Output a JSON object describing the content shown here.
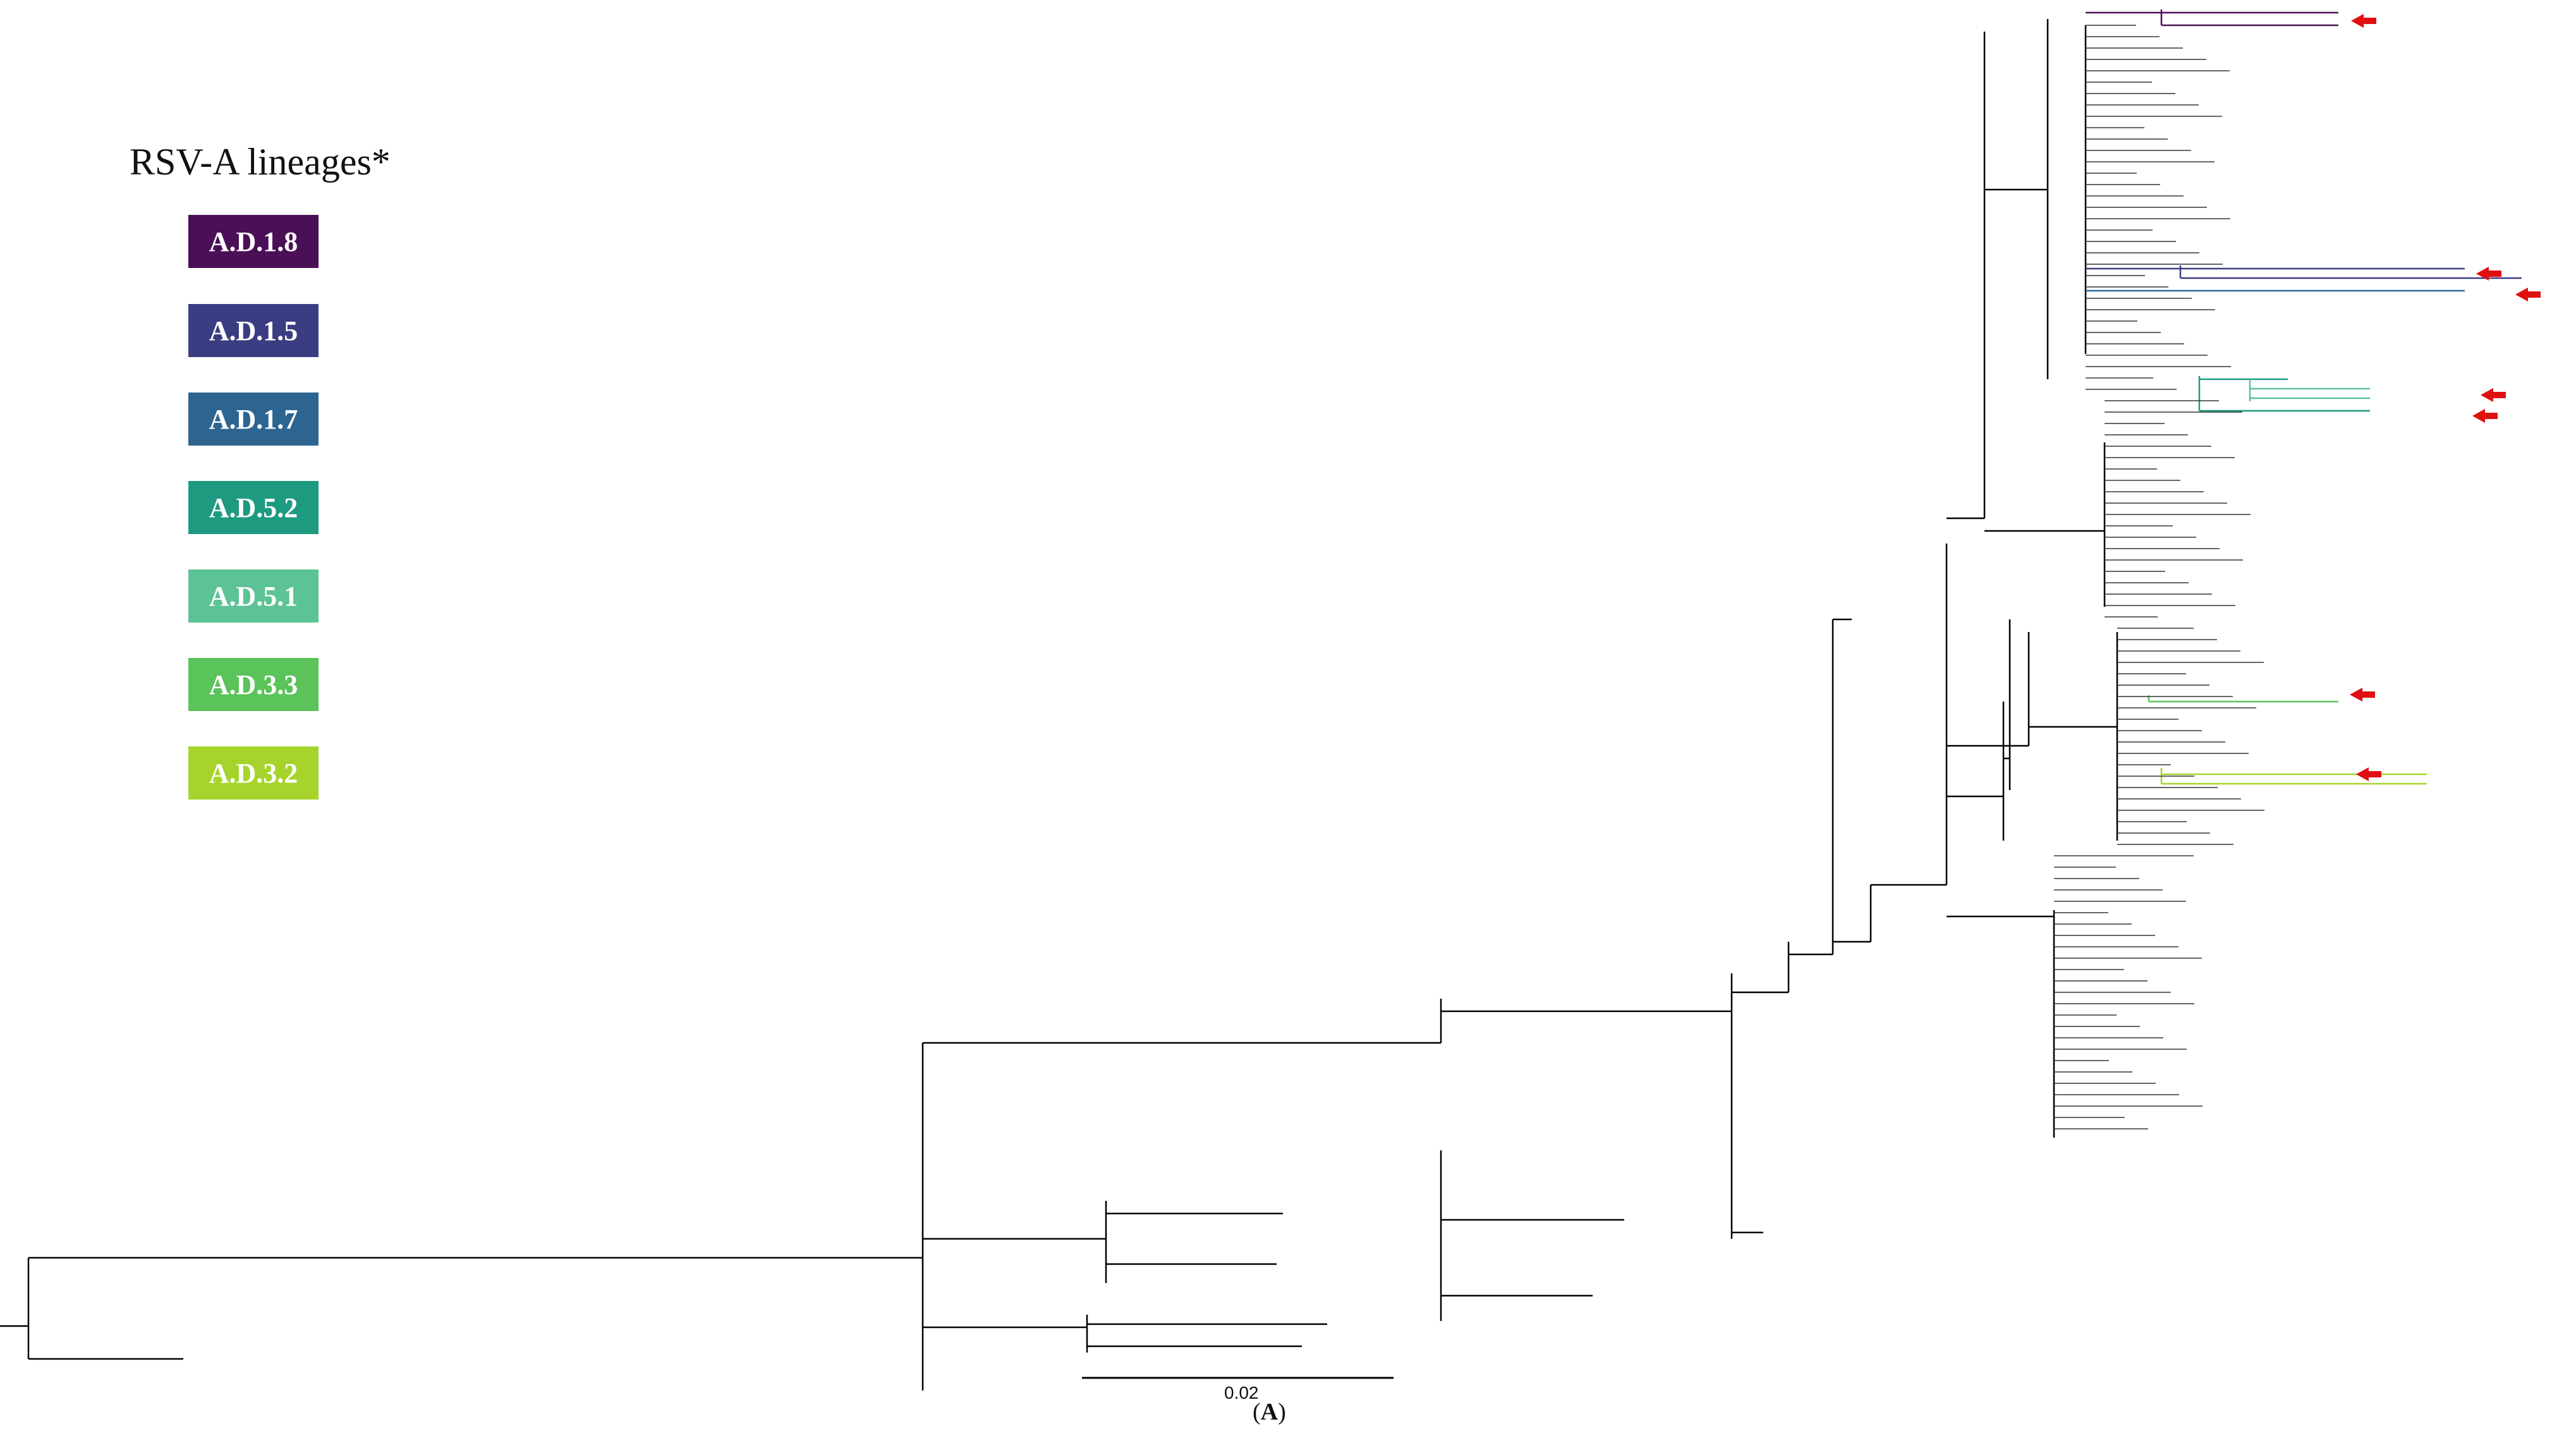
{
  "legend": {
    "title": "RSV-A lineages*",
    "items": [
      {
        "label": "A.D.1.8",
        "color": "#4a0f57"
      },
      {
        "label": "A.D.1.5",
        "color": "#3b3d82"
      },
      {
        "label": "A.D.1.7",
        "color": "#2d6590"
      },
      {
        "label": "A.D.5.2",
        "color": "#1d9a80"
      },
      {
        "label": "A.D.5.1",
        "color": "#5cc396"
      },
      {
        "label": "A.D.3.3",
        "color": "#5ac35a"
      },
      {
        "label": "A.D.3.2",
        "color": "#a6d42c"
      }
    ]
  },
  "scale_bar": {
    "label": "0.02"
  },
  "panel": {
    "open": "(",
    "letter": "A",
    "close": ")"
  },
  "highlight_color": "#e01010",
  "tree_color": "#000000"
}
